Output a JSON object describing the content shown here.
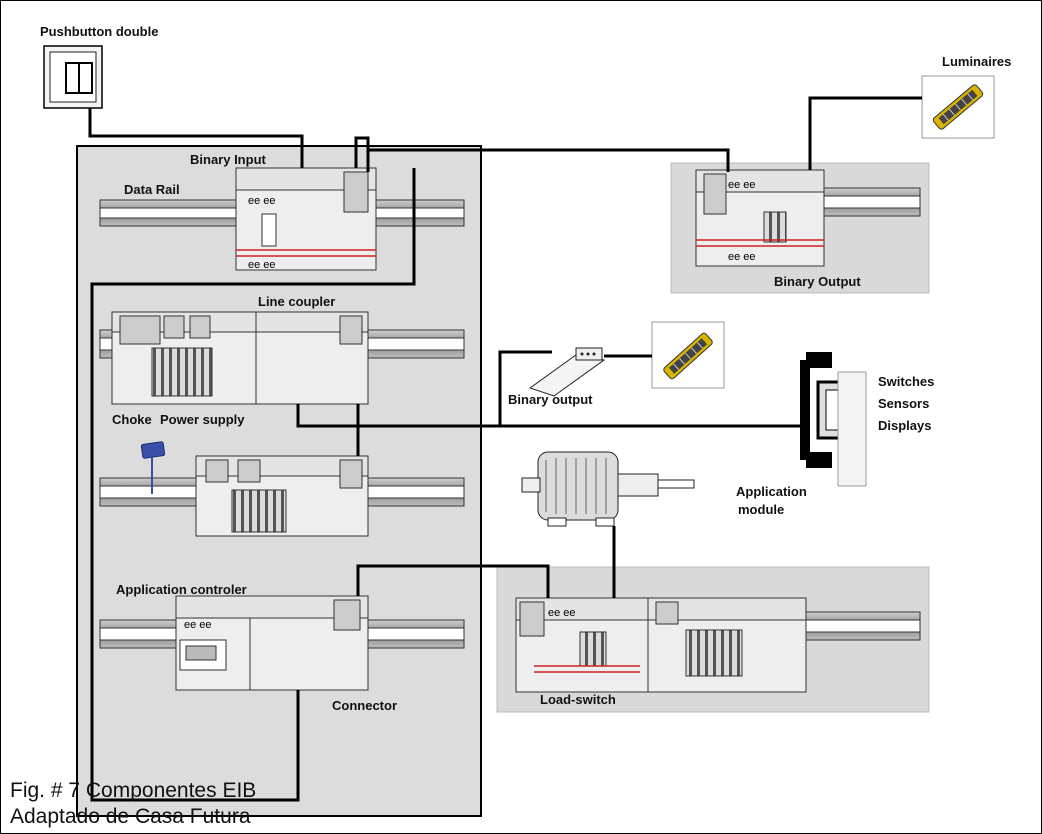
{
  "labels": {
    "pushbutton": "Pushbutton double",
    "luminaires": "Luminaires",
    "binary_input": "Binary Input",
    "data_rail": "Data Rail",
    "binary_output_top": "Binary Output",
    "line_coupler": "Line coupler",
    "choke": "Choke",
    "power_supply": "Power supply",
    "binary_output_small": "Binary output",
    "switches": "Switches",
    "sensors": "Sensors",
    "displays": "Displays",
    "application_module_1": "Application",
    "application_module_2": "module",
    "application_controler": "Application controler",
    "connector": "Connector",
    "load_switch": "Load-switch"
  },
  "caption": {
    "line1": "Fig. # 7 Componentes EIB",
    "line2": "Adaptado de Casa Futura"
  },
  "colors": {
    "panel": "#d9d9d9",
    "rail": "#9a9a9a",
    "device": "#eeeeee",
    "bus_line": "#000000",
    "accent_red": "#cc2222",
    "luminaire_yellow": "#d9b400",
    "blue_tag": "#3a4fa8"
  }
}
